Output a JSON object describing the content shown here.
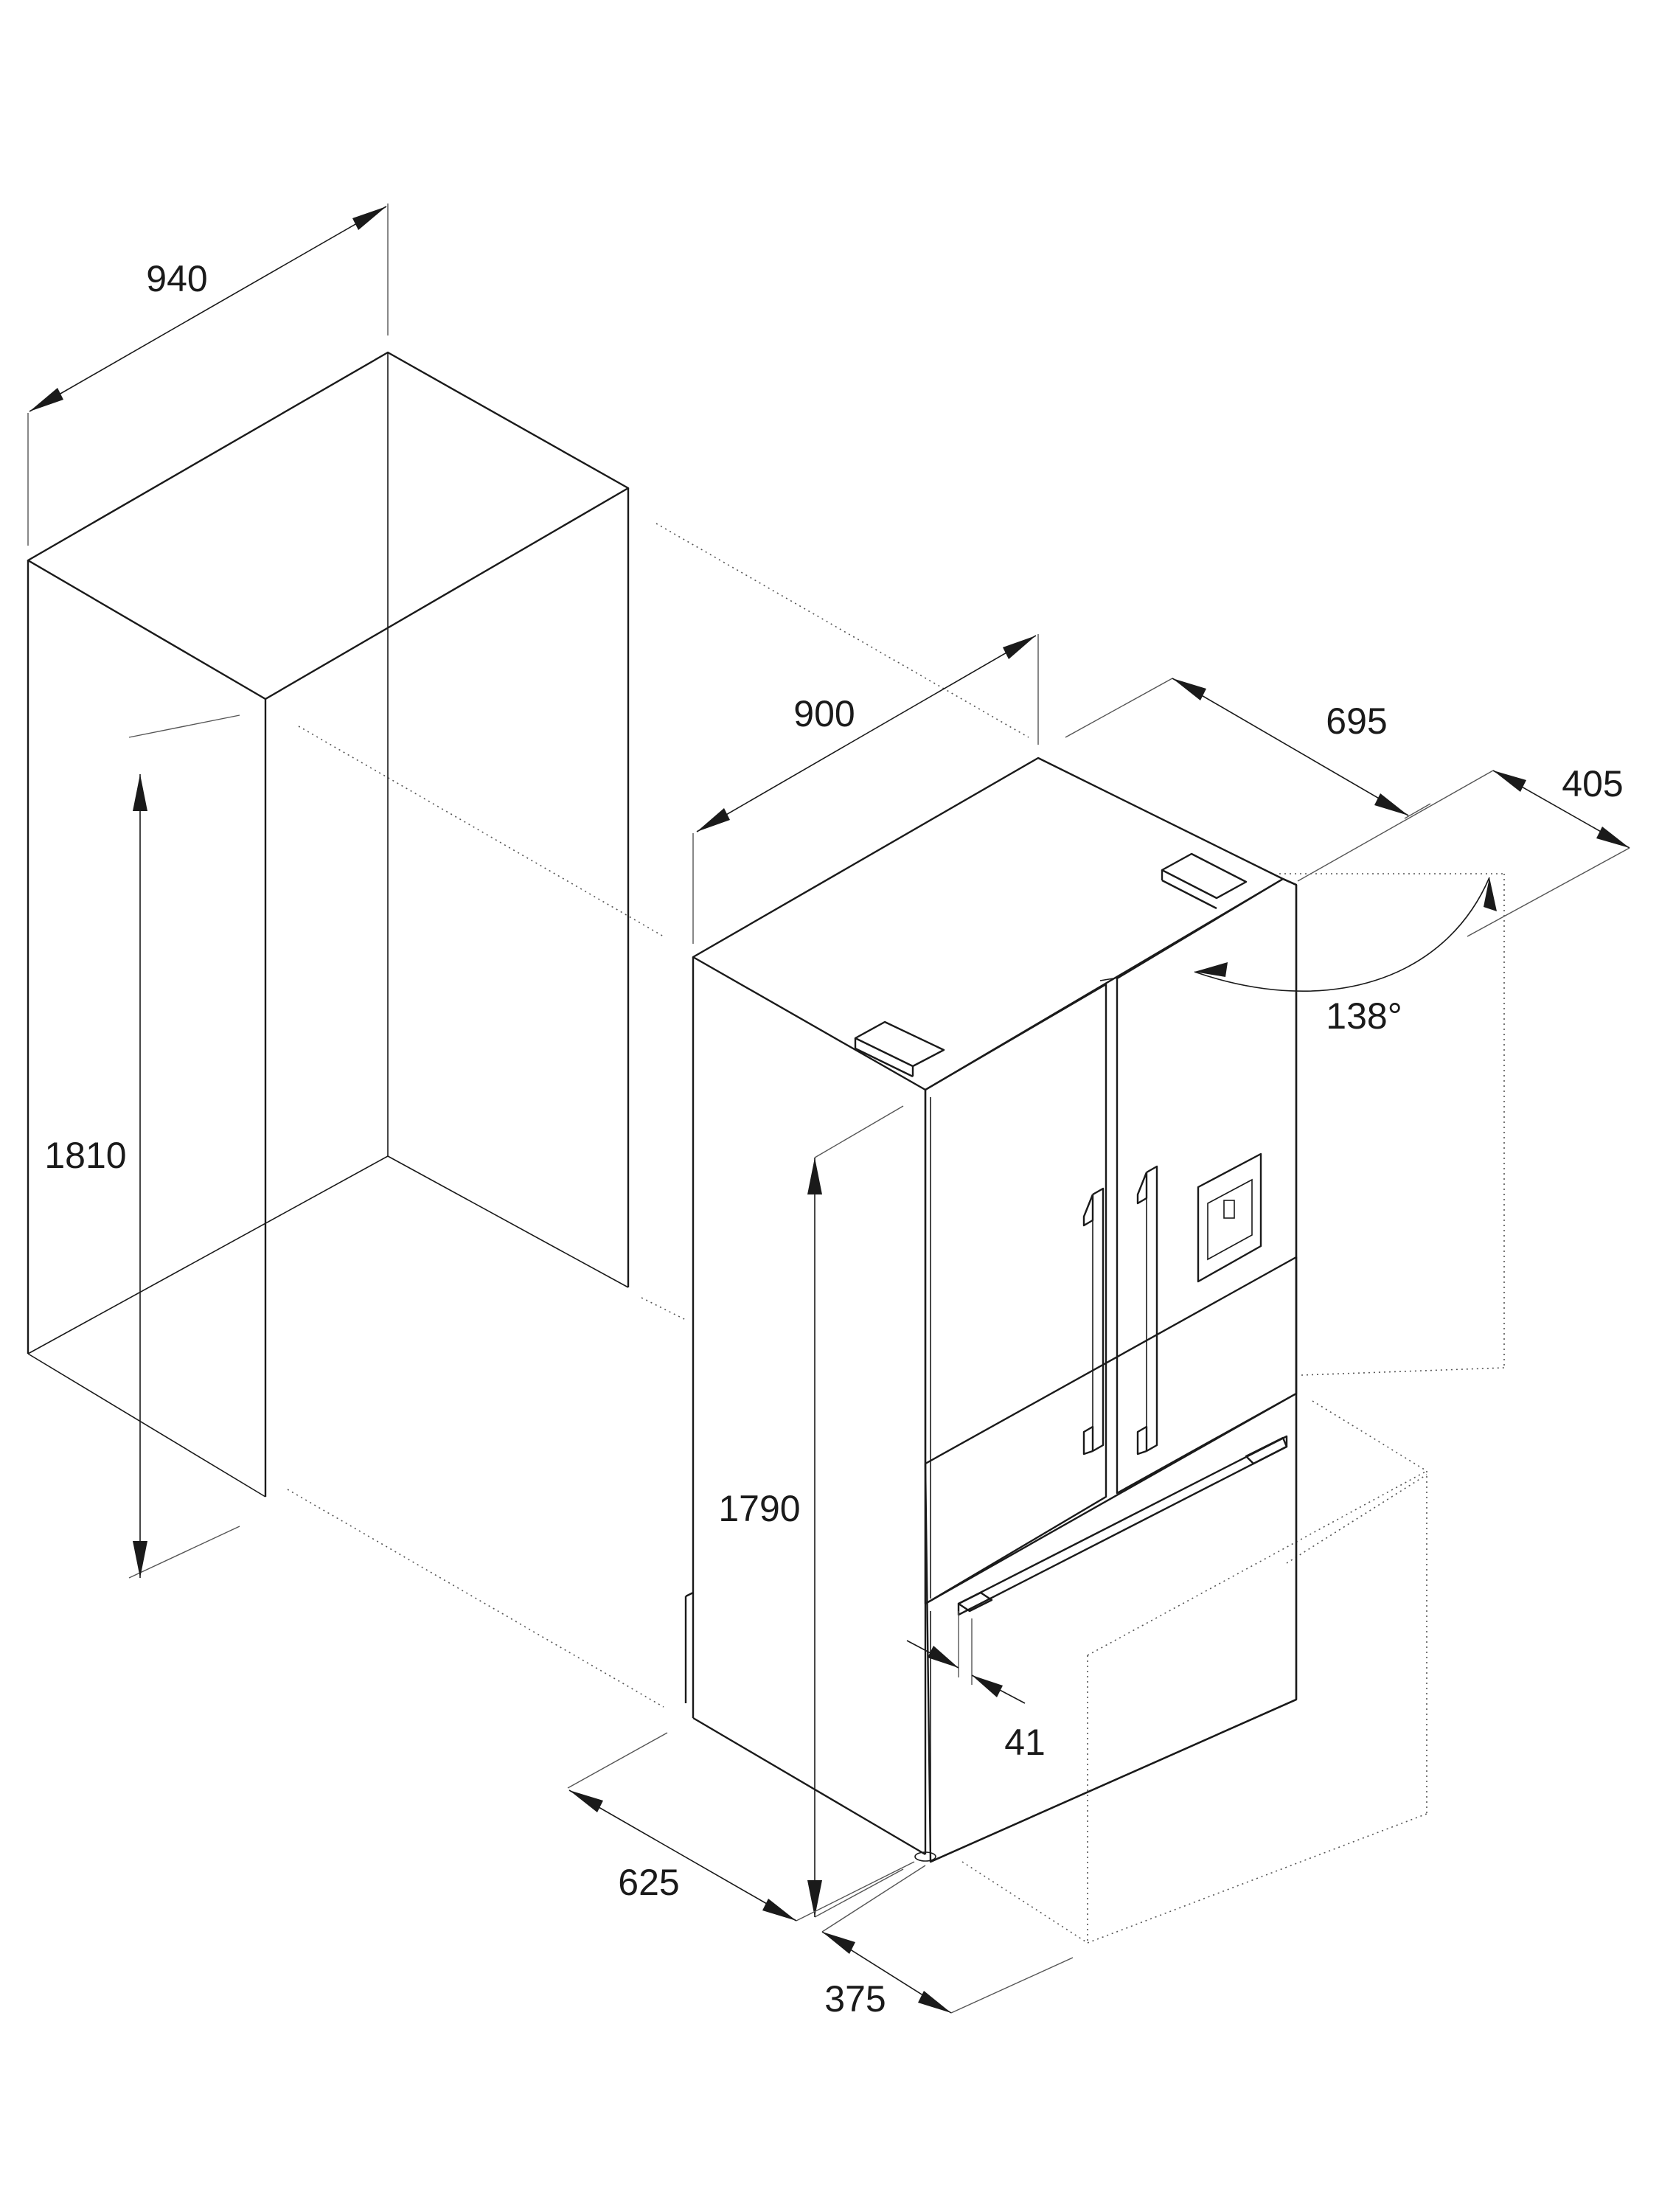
{
  "dimensions": {
    "niche_width": "940",
    "niche_height": "1810",
    "fridge_width": "900",
    "fridge_depth": "695",
    "door_swing_clearance": "405",
    "door_angle": "138°",
    "fridge_height": "1790",
    "handle_depth": "41",
    "base_depth": "625",
    "drawer_clearance": "375"
  },
  "colors": {
    "line": "#1a1a1a",
    "background": "#ffffff"
  }
}
